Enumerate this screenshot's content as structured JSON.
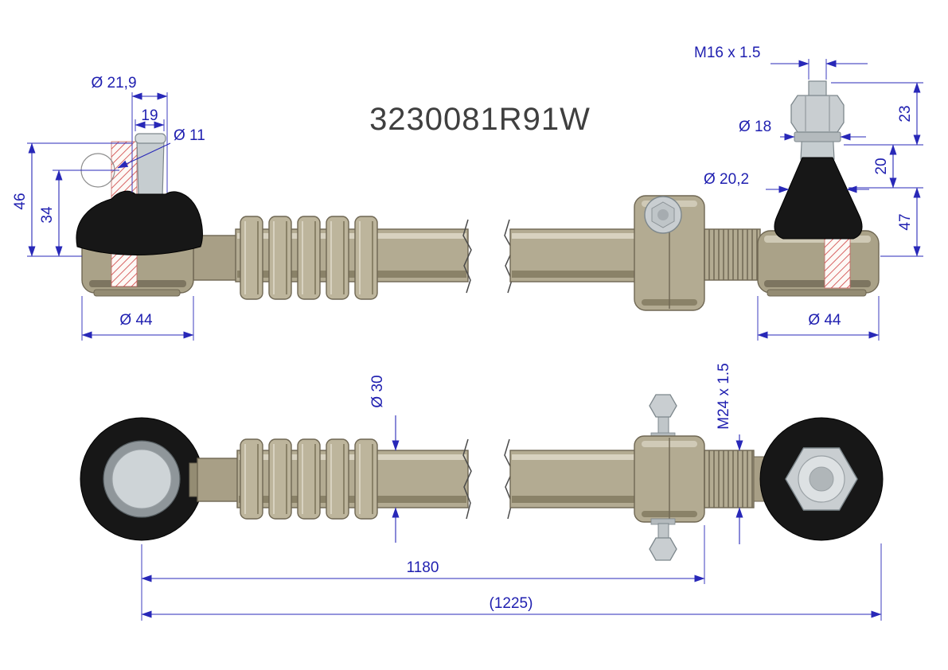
{
  "title": {
    "part_number": "3230081R91W"
  },
  "top_view": {
    "left_joint": {
      "stud_diameter": "Ø 21,9",
      "stud_top_width": "19",
      "hole_diameter": "Ø 11",
      "height_total": "46",
      "height_hole_center": "34",
      "housing_diameter": "Ø 44"
    },
    "right_joint": {
      "thread_spec": "M16 x 1.5",
      "stud_diameter": "Ø 18",
      "taper_diameter": "Ø 20,2",
      "thread_length": "23",
      "taper_length": "20",
      "joint_height": "47",
      "housing_diameter": "Ø 44"
    }
  },
  "bottom_view": {
    "rod_diameter": "Ø 30",
    "thread_spec": "M24 x 1.5",
    "center_length": "1180",
    "overall_length": "(1225)"
  },
  "colors": {
    "dimension_blue": "#2828b8",
    "hatch_red": "#cf4040",
    "metal_tan": "#b3ab92",
    "steel_gray": "#c6cdd0",
    "rubber_black": "#171717"
  }
}
